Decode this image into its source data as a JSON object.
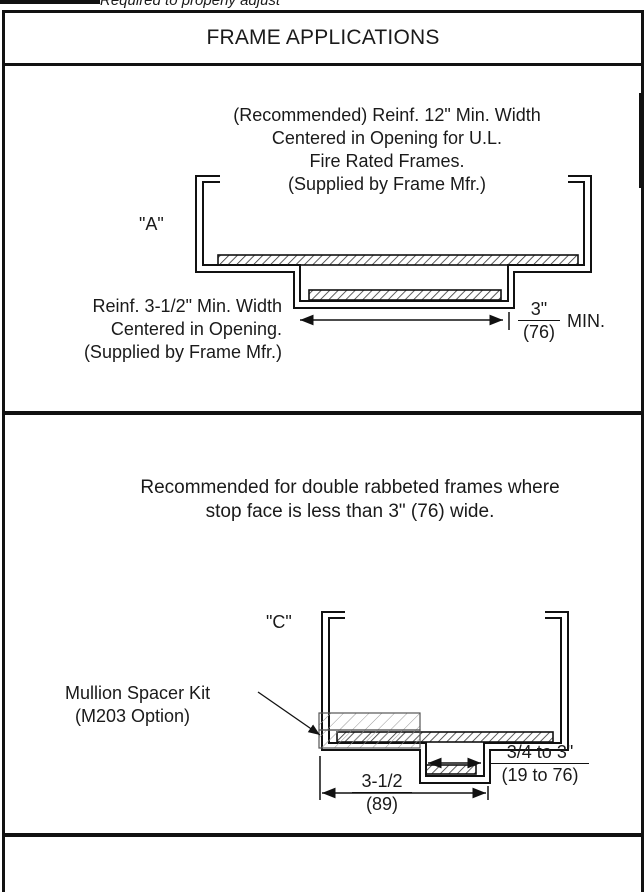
{
  "header": {
    "title": "FRAME APPLICATIONS",
    "cut_off_text": "Required to properly adjust"
  },
  "detail_a": {
    "tag": "\"A\"",
    "reinf_12": "(Recommended) Reinf. 12\" Min. Width Centered in Opening for U.L. Fire Rated Frames. (Supplied by Frame Mfr.)",
    "reinf_12_lines": [
      "(Recommended) Reinf. 12\" Min. Width",
      "Centered in Opening for U.L.",
      "Fire Rated Frames.",
      "(Supplied by Frame Mfr.)"
    ],
    "reinf_3_5_lines": [
      "Reinf. 3-1/2\" Min. Width",
      "Centered in Opening.",
      "(Supplied by Frame Mfr.)"
    ],
    "dim_num": "3\"",
    "dim_den": "(76)",
    "dim_suffix": "MIN."
  },
  "detail_c": {
    "note_lines": [
      "Recommended for double rabbeted frames where",
      "stop face is less than 3\" (76) wide."
    ],
    "tag": "\"C\"",
    "kit_lines": [
      "Mullion Spacer Kit",
      "(M203 Option)"
    ],
    "dim1_num": "3-1/2",
    "dim1_den": "(89)",
    "dim2_num": "3/4 to 3\"",
    "dim2_den": "(19 to 76)"
  },
  "colors": {
    "line": "#111111",
    "background": "#ffffff",
    "hatch": "#333333",
    "kit_hatch": "#888888"
  }
}
